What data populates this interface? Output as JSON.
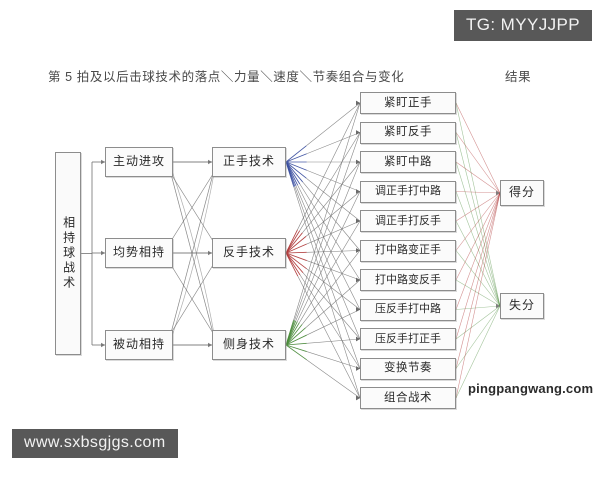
{
  "captions": {
    "main": "第 5 拍及以后击球技术的落点＼力量＼速度＼节奏组合与变化",
    "result": "结果"
  },
  "root": {
    "label": "相持球战术"
  },
  "columns": {
    "situation": [
      {
        "label": "主动进攻"
      },
      {
        "label": "均势相持"
      },
      {
        "label": "被动相持"
      }
    ],
    "technique": [
      {
        "label": "正手技术",
        "accent": "#3b4fa0"
      },
      {
        "label": "反手技术",
        "accent": "#b03a3a"
      },
      {
        "label": "侧身技术",
        "accent": "#4a8b3a"
      }
    ],
    "tactics": [
      {
        "label": "紧盯正手"
      },
      {
        "label": "紧盯反手"
      },
      {
        "label": "紧盯中路"
      },
      {
        "label": "调正手打中路"
      },
      {
        "label": "调正手打反手"
      },
      {
        "label": "打中路变正手"
      },
      {
        "label": "打中路变反手"
      },
      {
        "label": "压反手打中路"
      },
      {
        "label": "压反手打正手"
      },
      {
        "label": "变换节奏"
      },
      {
        "label": "组合战术"
      }
    ],
    "results": [
      {
        "label": "得分",
        "accent": "#b03a3a"
      },
      {
        "label": "失分",
        "accent": "#4a8b3a"
      }
    ]
  },
  "watermarks": {
    "tg": "TG: MYYJJPP",
    "site": "www.sxbsgjgs.com",
    "credit": "pingpangwang.com"
  },
  "colors": {
    "edge": "#6b6b6b",
    "forehand_accent": "#3b4fa0",
    "backhand_accent": "#b03a3a",
    "pivot_accent": "#4a8b3a",
    "box_border": "#8d8d8d",
    "watermark_bg": "#585858"
  }
}
